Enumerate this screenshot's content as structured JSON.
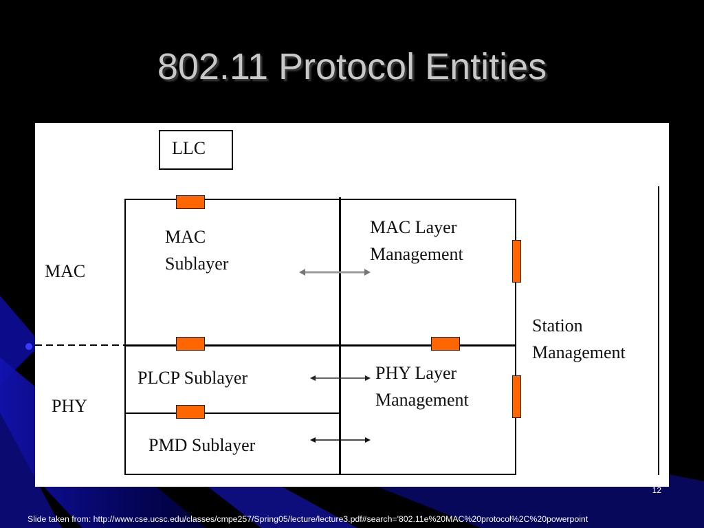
{
  "slide": {
    "title": "802.11 Protocol Entities",
    "page_number": "12",
    "footer": "Slide taken from:  http://www.cse.ucsc.edu/classes/cmpe257/Spring05/lecture/lecture3.pdf#search='802.11e%20MAC%20protocol%2C%20powerpoint"
  },
  "diagram": {
    "llc": "LLC",
    "mac_side": "MAC",
    "phy_side": "PHY",
    "mac_sublayer": [
      "MAC",
      "Sublayer"
    ],
    "mac_layer_mgmt": [
      "MAC Layer",
      "Management"
    ],
    "plcp_sublayer": "PLCP Sublayer",
    "phy_layer_mgmt": [
      "PHY Layer",
      "Management"
    ],
    "pmd_sublayer": "PMD Sublayer",
    "station_mgmt": [
      "Station",
      "Management"
    ]
  },
  "colors": {
    "background": "#000000",
    "ray": "#1a1aa6",
    "sap_marker": "#ff6600"
  }
}
